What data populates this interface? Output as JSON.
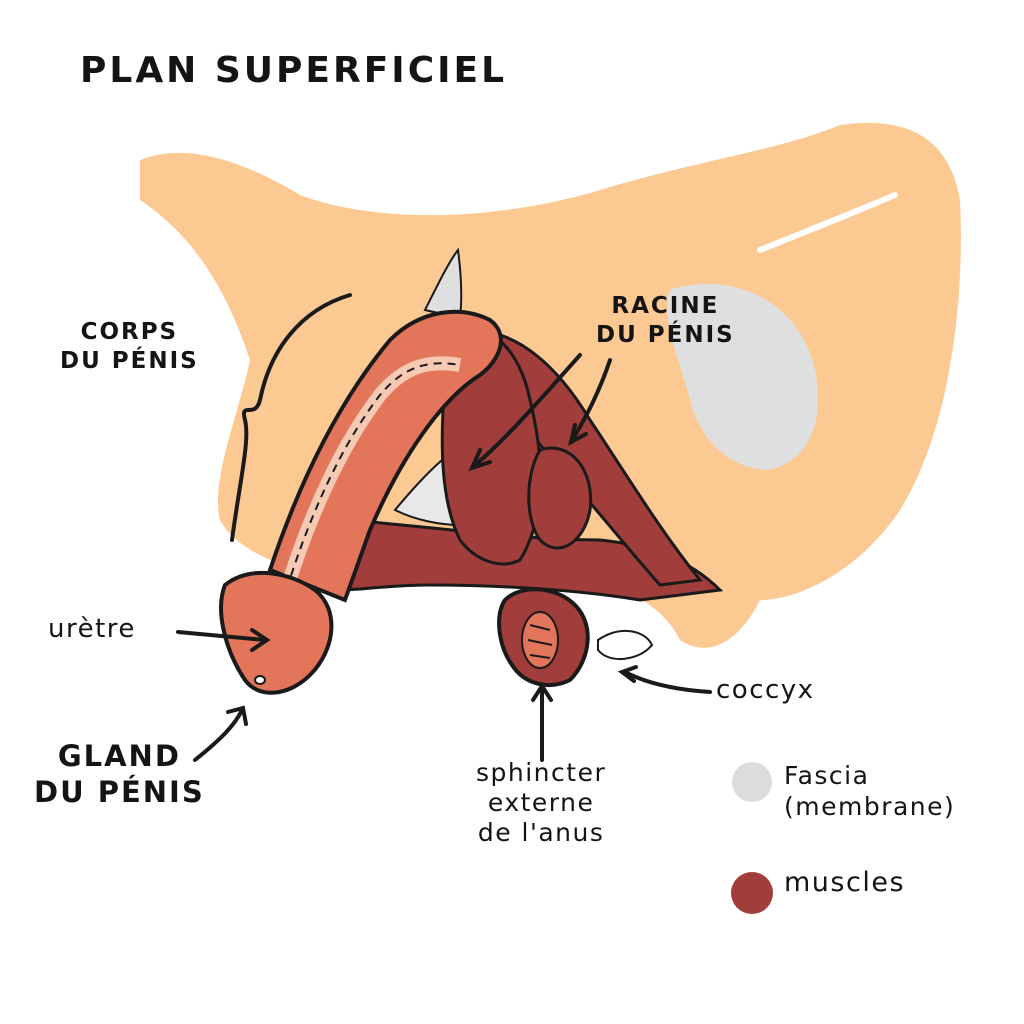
{
  "title": "PLAN SUPERFICIEL",
  "labels": {
    "corps_du_penis": "CORPS\nDU PÉNIS",
    "racine_du_penis": "RACINE\nDU PÉNIS",
    "uretre": "urètre",
    "gland_du_penis": "GLAND\nDU PÉNIS",
    "coccyx": "coccyx",
    "sphincter": "sphincter\nexterne\nde l'anus"
  },
  "legend": [
    {
      "label": "Fascia\n(membrane)",
      "color": "#dcdcdc"
    },
    {
      "label": "muscles",
      "color": "#a13d3b"
    }
  ],
  "colors": {
    "skin": "#fcc993",
    "fascia": "#dfdfdf",
    "muscle_dark": "#a13d3b",
    "muscle_light": "#e2755a",
    "outline": "#1a1a1a"
  }
}
